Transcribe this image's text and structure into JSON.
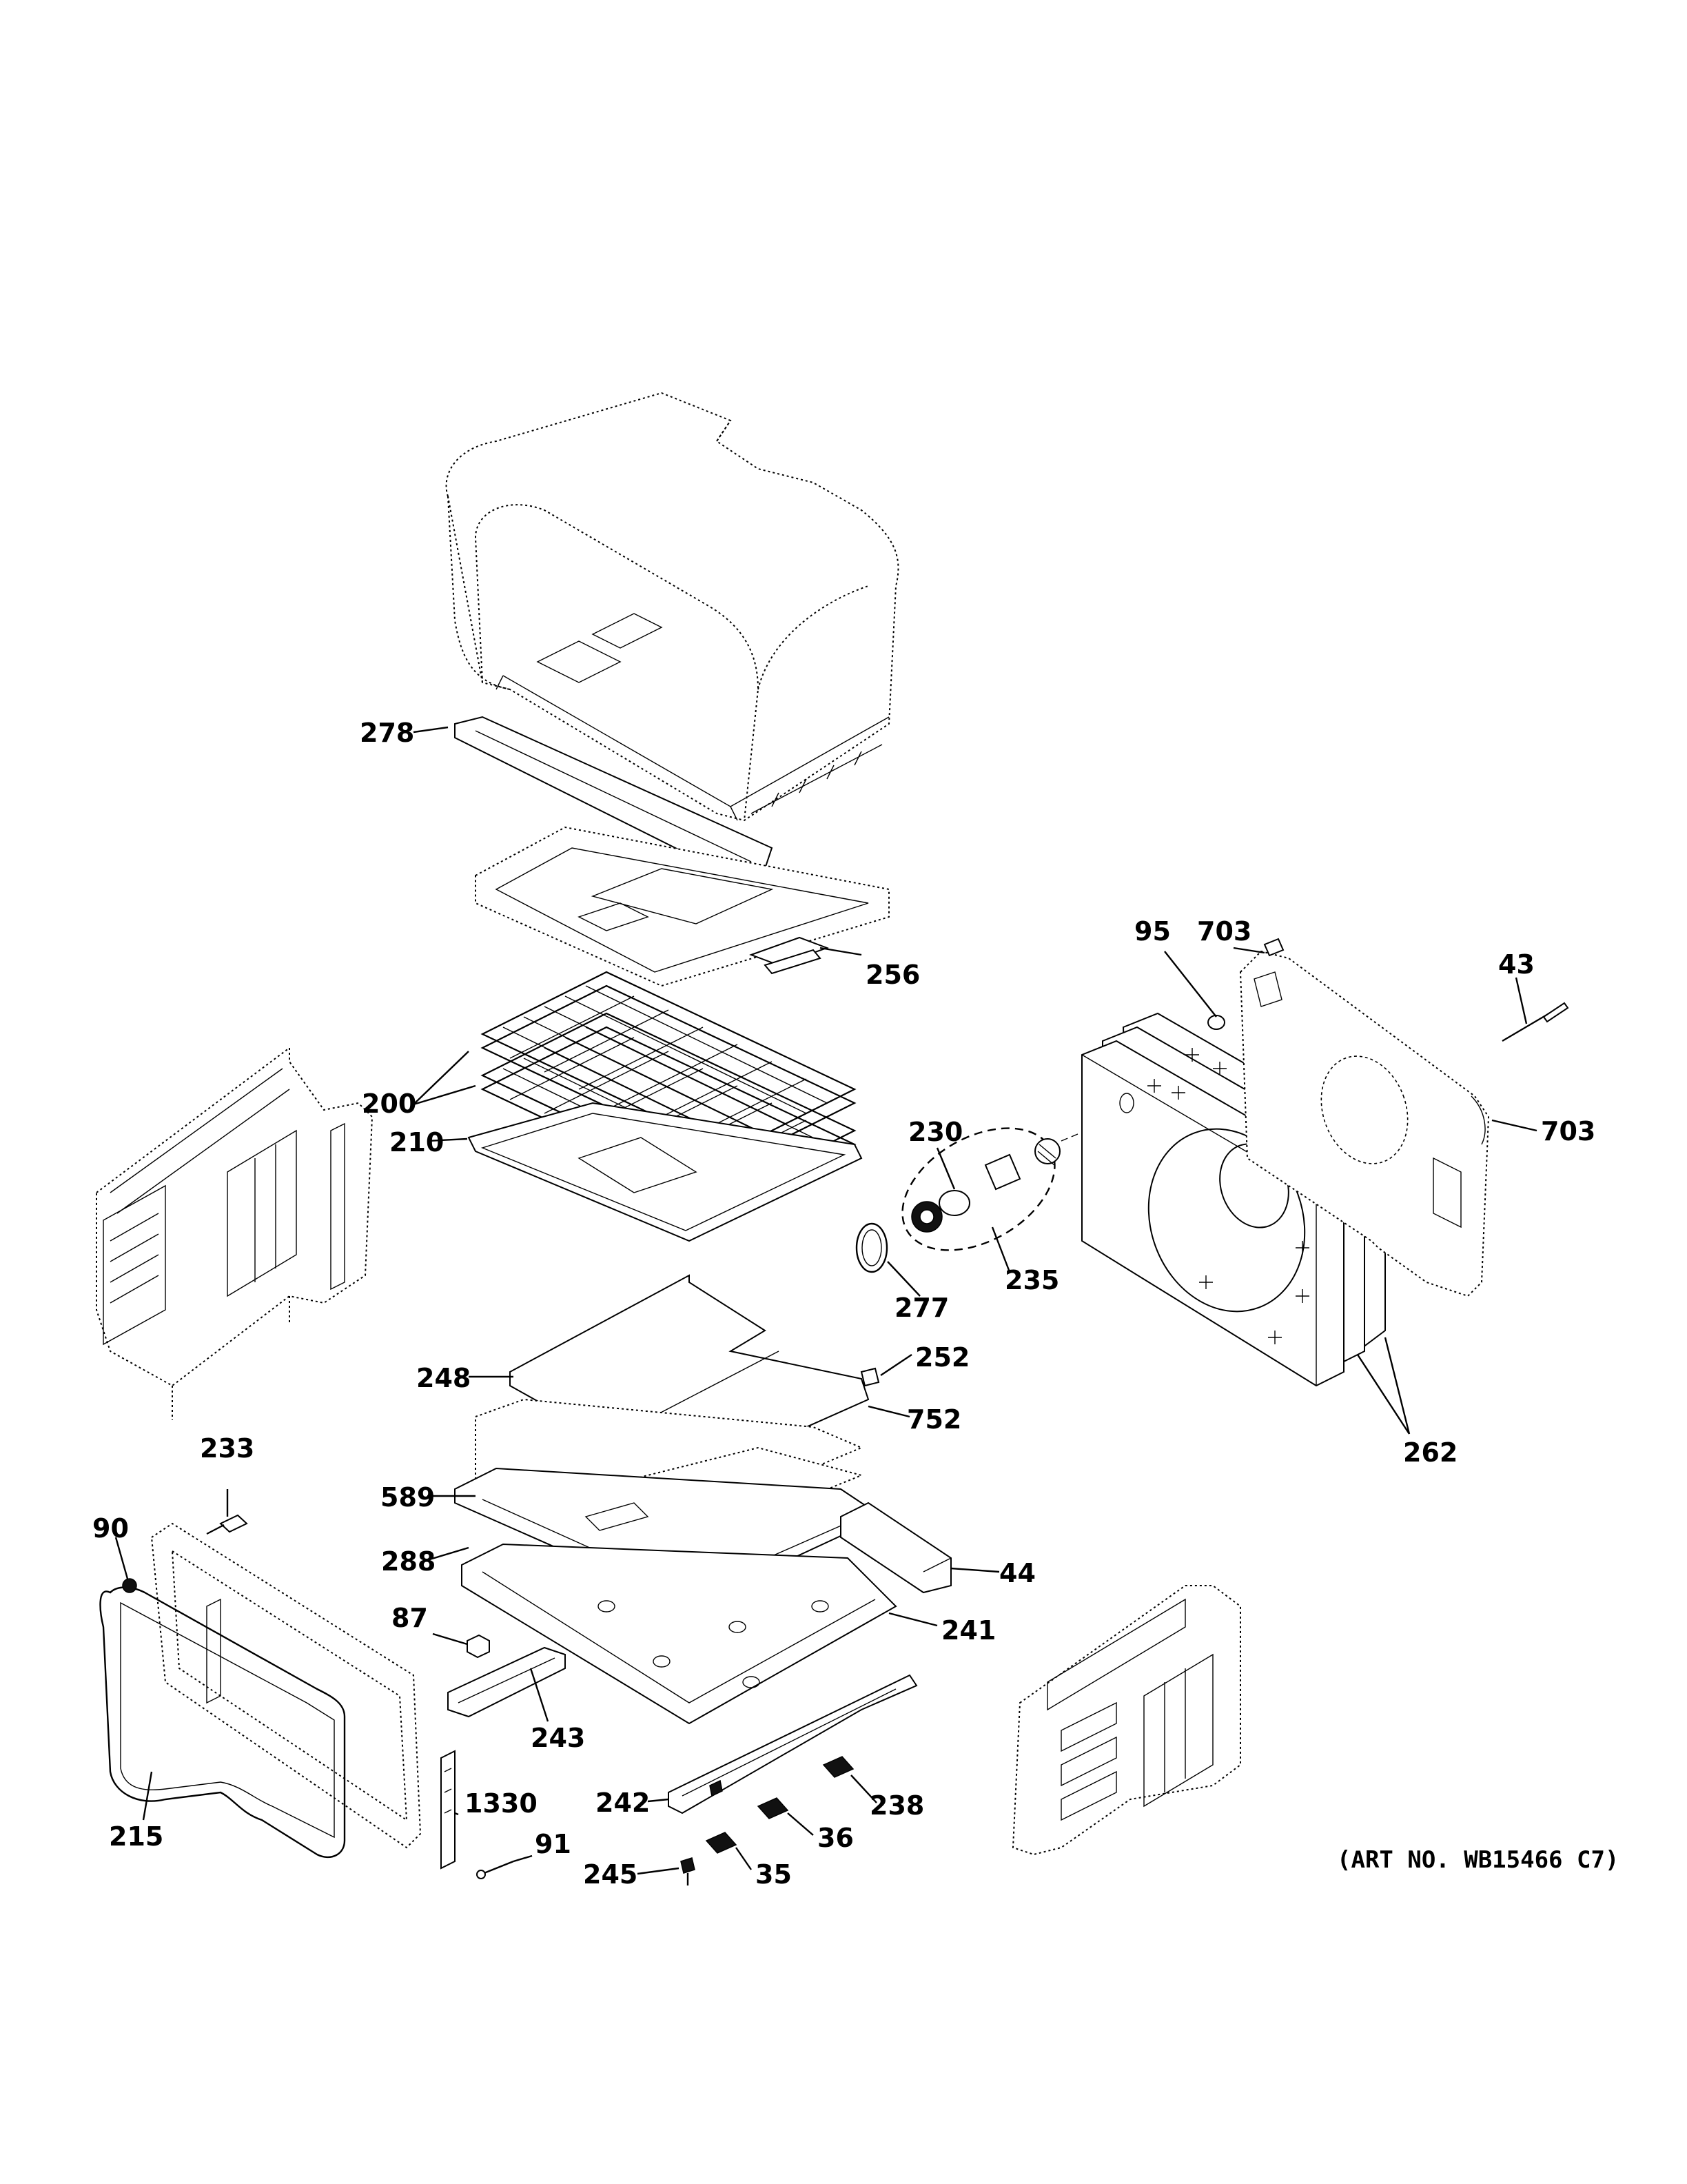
{
  "diagram": {
    "art_number": "(ART NO. WB15466 C7)",
    "callouts": [
      {
        "id": "278",
        "label": "278"
      },
      {
        "id": "256",
        "label": "256"
      },
      {
        "id": "200",
        "label": "200"
      },
      {
        "id": "210",
        "label": "210"
      },
      {
        "id": "95",
        "label": "95"
      },
      {
        "id": "703a",
        "label": "703"
      },
      {
        "id": "43",
        "label": "43"
      },
      {
        "id": "703b",
        "label": "703"
      },
      {
        "id": "230",
        "label": "230"
      },
      {
        "id": "235",
        "label": "235"
      },
      {
        "id": "277",
        "label": "277"
      },
      {
        "id": "252",
        "label": "252"
      },
      {
        "id": "248",
        "label": "248"
      },
      {
        "id": "752",
        "label": "752"
      },
      {
        "id": "262",
        "label": "262"
      },
      {
        "id": "233",
        "label": "233"
      },
      {
        "id": "589",
        "label": "589"
      },
      {
        "id": "90",
        "label": "90"
      },
      {
        "id": "288",
        "label": "288"
      },
      {
        "id": "44",
        "label": "44"
      },
      {
        "id": "87",
        "label": "87"
      },
      {
        "id": "241",
        "label": "241"
      },
      {
        "id": "243",
        "label": "243"
      },
      {
        "id": "242",
        "label": "242"
      },
      {
        "id": "238",
        "label": "238"
      },
      {
        "id": "1330",
        "label": "1330"
      },
      {
        "id": "215",
        "label": "215"
      },
      {
        "id": "36",
        "label": "36"
      },
      {
        "id": "91",
        "label": "91"
      },
      {
        "id": "245",
        "label": "245"
      },
      {
        "id": "35",
        "label": "35"
      }
    ]
  }
}
